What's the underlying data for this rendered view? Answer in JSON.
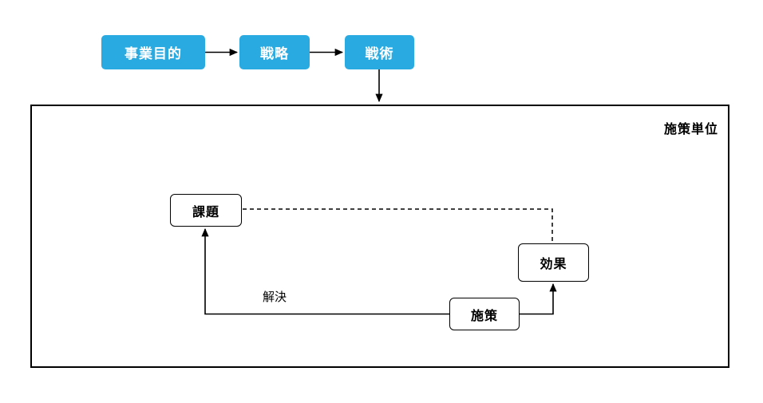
{
  "diagram": {
    "top_flow": {
      "items": [
        {
          "id": "purpose",
          "label": "事業目的"
        },
        {
          "id": "strategy",
          "label": "戦略"
        },
        {
          "id": "tactics",
          "label": "戦術"
        }
      ]
    },
    "container": {
      "label": "施策単位"
    },
    "nodes": {
      "issue": {
        "label": "課題"
      },
      "effect": {
        "label": "効果"
      },
      "measure": {
        "label": "施策"
      }
    },
    "edges": {
      "solve_label": "解決",
      "issue_to_effect_style": "dashed",
      "measure_to_issue_style": "solid-arrow",
      "measure_to_effect_style": "solid-arrow"
    },
    "colors": {
      "accent_blue": "#29ABE2",
      "line": "#000000",
      "node_text": "#000000",
      "flow_text": "#ffffff",
      "background": "#ffffff"
    }
  }
}
